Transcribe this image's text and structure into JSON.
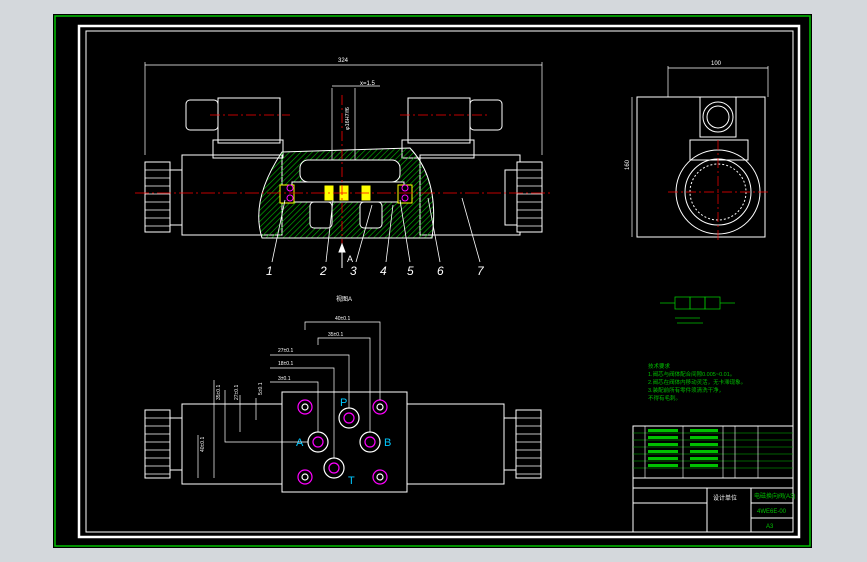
{
  "drawing": {
    "callouts": [
      "1",
      "2",
      "3",
      "4",
      "5",
      "6",
      "7"
    ],
    "view_arrow_label": "A",
    "view_title": "视图A",
    "dims": {
      "overall_width": "324",
      "spool_gap": "x=1.5",
      "bore": "φ16H7/f6",
      "side_width": "100",
      "side_height": "160",
      "p_dim_a": "40±0.1",
      "p_dim_b": "35±0.1",
      "p_dim_c": "27±0.1",
      "p_dim_d": "18±0.1",
      "p_dim_e": "3±0.1",
      "v_dim_a": "35±0.1",
      "v_dim_b": "27±0.1",
      "v_dim_c": "5±0.1",
      "v_dim_d": "40±0.1"
    },
    "ports": {
      "p": "P",
      "a": "A",
      "b": "B",
      "t": "T"
    },
    "notes_title": "技术要求",
    "notes": [
      "1.阀芯与阀体配合间隙0.005~0.01。",
      "2.阀芯在阀体内移动灵活，无卡滞现象。",
      "3.装配前所有零件须清洗干净，",
      "  不得有毛刺。"
    ],
    "title_block": {
      "title": "电磁换向阀(A3)",
      "drawing_no": "4WE6E-00",
      "sheet": "A3",
      "company": "设计单位"
    }
  },
  "colors": {
    "background": "#000000",
    "frame": "#ffffff",
    "outer_border": "#00c000",
    "line": "#ffffff",
    "hatch": "#00c000",
    "dim": "#ff0000",
    "port_circle": "#ff00ff",
    "yellow": "#ffff00",
    "cyan": "#00c8ff"
  }
}
